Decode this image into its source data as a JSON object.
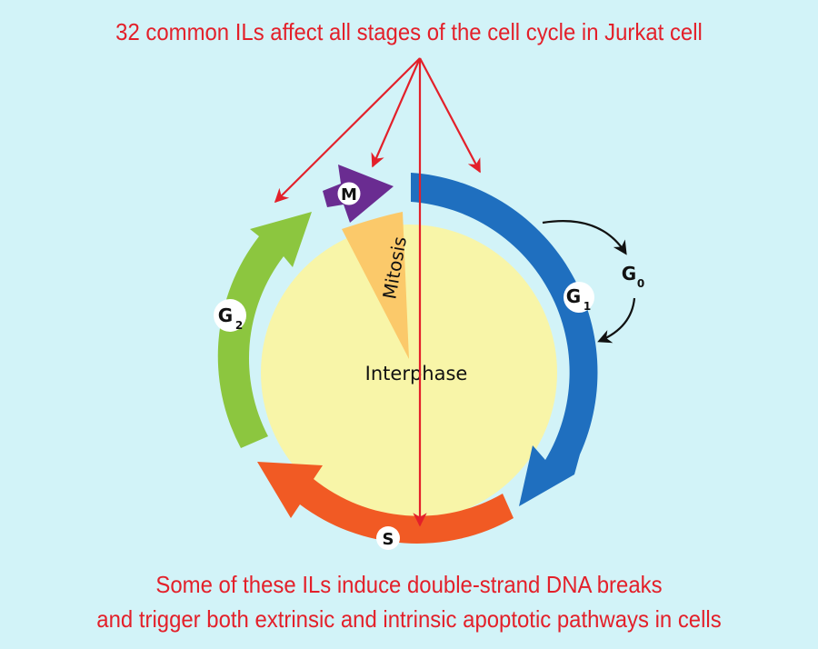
{
  "title": "32 common ILs affect all stages of the cell cycle in Jurkat cell",
  "footer": {
    "line1": "Some of these ILs induce double-strand DNA breaks",
    "line2": "and trigger both extrinsic and intrinsic apoptotic pathways in cells"
  },
  "center": {
    "interphase_label": "Interphase",
    "mitosis_label": "Mitosis"
  },
  "phases": {
    "m": {
      "label": "M",
      "color": "#6a2c91"
    },
    "g1": {
      "label": "G",
      "sub": "1",
      "color": "#1f6fbf"
    },
    "g0": {
      "label": "G",
      "sub": "0"
    },
    "s": {
      "label": "S",
      "color": "#f15a24"
    },
    "g2": {
      "label": "G",
      "sub": "2",
      "color": "#8cc63f"
    }
  },
  "colors": {
    "background": "#d2f3f8",
    "text_red": "#e3202a",
    "interphase_fill": "#f8f5a8",
    "mitosis_fill": "#fbc96a",
    "arrow_red": "#e3202a"
  }
}
